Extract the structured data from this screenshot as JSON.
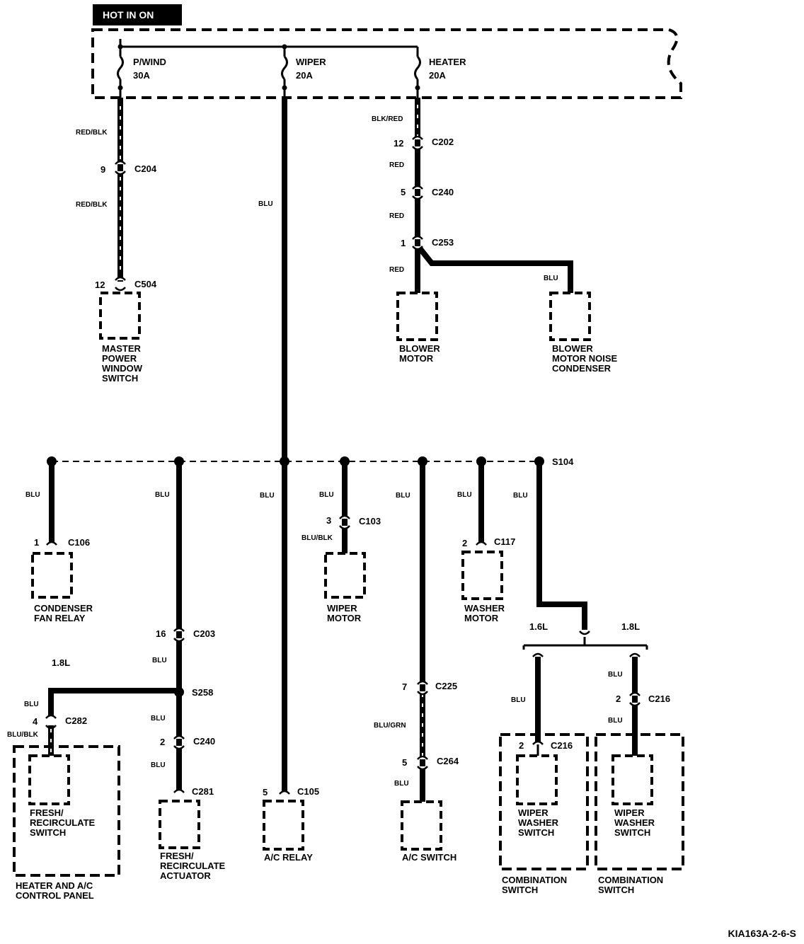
{
  "header": {
    "hot_label": "HOT IN ON"
  },
  "fuses": [
    {
      "name": "P/WIND",
      "rating": "30A"
    },
    {
      "name": "WIPER",
      "rating": "20A"
    },
    {
      "name": "HEATER",
      "rating": "20A"
    }
  ],
  "wires": {
    "pw_top": "RED/BLK",
    "pw_bottom": "RED/BLK",
    "wiper_main": "BLU",
    "heater_top": "BLK/RED",
    "heater_c202": "RED",
    "heater_c240": "RED",
    "heater_c253": "RED",
    "condenser_branch": "BLU",
    "b1": "BLU",
    "b2": "BLU",
    "b3": "BLU",
    "b4": "BLU",
    "b5": "BLU",
    "b6": "BLU",
    "b7": "BLU",
    "wiper_motor": "BLU/BLK",
    "c203_below": "BLU",
    "s258_left": "BLU",
    "c282_below": "BLU/BLK",
    "s258_below": "BLU",
    "c240_below": "BLU",
    "c225_below": "BLU/GRN",
    "c264_below": "BLU",
    "left_comb": "BLU",
    "right_comb_top": "BLU",
    "right_comb_bottom": "BLU"
  },
  "connectors": {
    "c204": {
      "id": "C204",
      "pin": "9"
    },
    "c504": {
      "id": "C504",
      "pin": "12"
    },
    "c202": {
      "id": "C202",
      "pin": "12"
    },
    "c240_top": {
      "id": "C240",
      "pin": "5"
    },
    "c253": {
      "id": "C253",
      "pin": "1"
    },
    "c106": {
      "id": "C106",
      "pin": "1"
    },
    "c103": {
      "id": "C103",
      "pin": "3"
    },
    "c117": {
      "id": "C117",
      "pin": "2"
    },
    "c203": {
      "id": "C203",
      "pin": "16"
    },
    "c282": {
      "id": "C282",
      "pin": "4"
    },
    "c240_bottom": {
      "id": "C240",
      "pin": "2"
    },
    "c281": {
      "id": "C281"
    },
    "c105": {
      "id": "C105",
      "pin": "5"
    },
    "c225": {
      "id": "C225",
      "pin": "7"
    },
    "c264": {
      "id": "C264",
      "pin": "5"
    },
    "c216_left": {
      "id": "C216",
      "pin": "2"
    },
    "c216_right": {
      "id": "C216",
      "pin": "2"
    }
  },
  "splices": {
    "s104": "S104",
    "s258": "S258"
  },
  "engine_labels": {
    "left": "1.8L",
    "comb_left": "1.6L",
    "comb_right": "1.8L"
  },
  "components": {
    "master_pw": [
      "MASTER",
      "POWER",
      "WINDOW",
      "SWITCH"
    ],
    "blower_motor": [
      "BLOWER",
      "MOTOR"
    ],
    "blower_cond": [
      "BLOWER",
      "MOTOR NOISE",
      "CONDENSER"
    ],
    "cond_fan_relay": [
      "CONDENSER",
      "FAN RELAY"
    ],
    "wiper_motor": [
      "WIPER",
      "MOTOR"
    ],
    "washer_motor": [
      "WASHER",
      "MOTOR"
    ],
    "fresh_switch": [
      "FRESH/",
      "RECIRCULATE",
      "SWITCH"
    ],
    "heater_panel": [
      "HEATER AND A/C",
      "CONTROL PANEL"
    ],
    "fresh_actuator": [
      "FRESH/",
      "RECIRCULATE",
      "ACTUATOR"
    ],
    "ac_relay": [
      "A/C RELAY"
    ],
    "ac_switch": [
      "A/C SWITCH"
    ],
    "wiper_washer_left": [
      "WIPER",
      "WASHER",
      "SWITCH"
    ],
    "wiper_washer_right": [
      "WIPER",
      "WASHER",
      "SWITCH"
    ],
    "comb_left": [
      "COMBINATION",
      "SWITCH"
    ],
    "comb_right": [
      "COMBINATION",
      "SWITCH"
    ]
  },
  "footer": {
    "code": "KIA163A-2-6-S"
  }
}
